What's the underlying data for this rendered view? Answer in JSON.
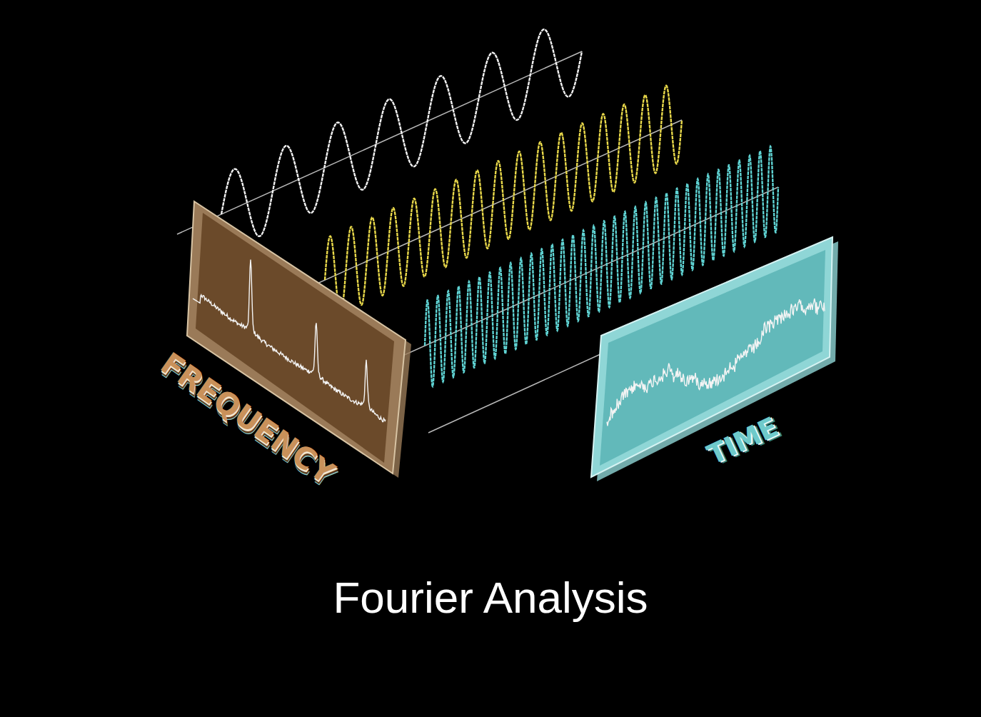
{
  "diagram": {
    "caption": "Fourier Analysis",
    "nodes": [
      {
        "text": [
          "FREQUENCY"
        ]
      },
      {
        "text": [
          "TIME"
        ]
      }
    ]
  }
}
